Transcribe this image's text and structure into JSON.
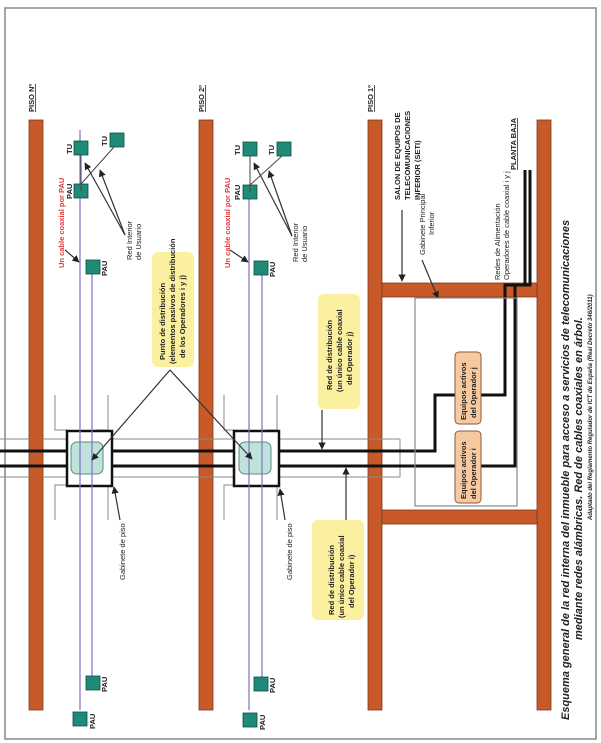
{
  "title": {
    "line1": "Esquema general de la red interna del inmueble para acceso a servicios de telecomunicaciones",
    "line2": "mediante redes alámbricas. Red de cables coaxiales en árbol.",
    "source": "Adaptado del Reglamento Regulador de ICT de España (Real Decreto 346/2011)"
  },
  "floors": {
    "piso_n": "PISO Nº",
    "piso_2": "PISO 2º",
    "piso_1": "PISO 1º",
    "planta_baja": "PLANTA BAJA"
  },
  "labels": {
    "pau": "PAU",
    "tu": "TU",
    "cable_por_pau": "Un cable coaxial por PAU",
    "red_interior_1": "Red Interior",
    "red_interior_2": "de Usuario",
    "gabinete_piso": "Gabinete de piso",
    "punto_dist_1": "Punto de distribución",
    "punto_dist_2": "(elementos pasivos de distribución",
    "punto_dist_3": "de los Operadores i y j)",
    "red_dist_j_1": "Red de distribución",
    "red_dist_j_2": "(un único cable coaxial",
    "red_dist_j_3": "del Operador j)",
    "red_dist_i_1": "Red de distribución",
    "red_dist_i_2": "(un único cable coaxial",
    "red_dist_i_3": "del Operador i)",
    "seti_1": "SALON DE EQUIPOS DE",
    "seti_2": "TELECOMUNICACIONES",
    "seti_3": "INFERIOR (SETI)",
    "gabinete_principal_1": "Gabinete Principal",
    "gabinete_principal_2": "Inferior",
    "equipos_j_1": "Equipos activos",
    "equipos_j_2": "del Operador j",
    "equipos_i_1": "Equipos activos",
    "equipos_i_2": "del Operador i",
    "redes_alim_1": "Redes de Alimentación",
    "redes_alim_2": "Operadores de cable coaxial i y j"
  },
  "colors": {
    "slab": "#c85a2a",
    "terminal": "#1f8a78",
    "callout": "#fbf0a0",
    "equipment": "#f6c9a0",
    "distributor": "#bfe3dc",
    "cable": "#8070c0",
    "red_text": "#e03a3a"
  }
}
